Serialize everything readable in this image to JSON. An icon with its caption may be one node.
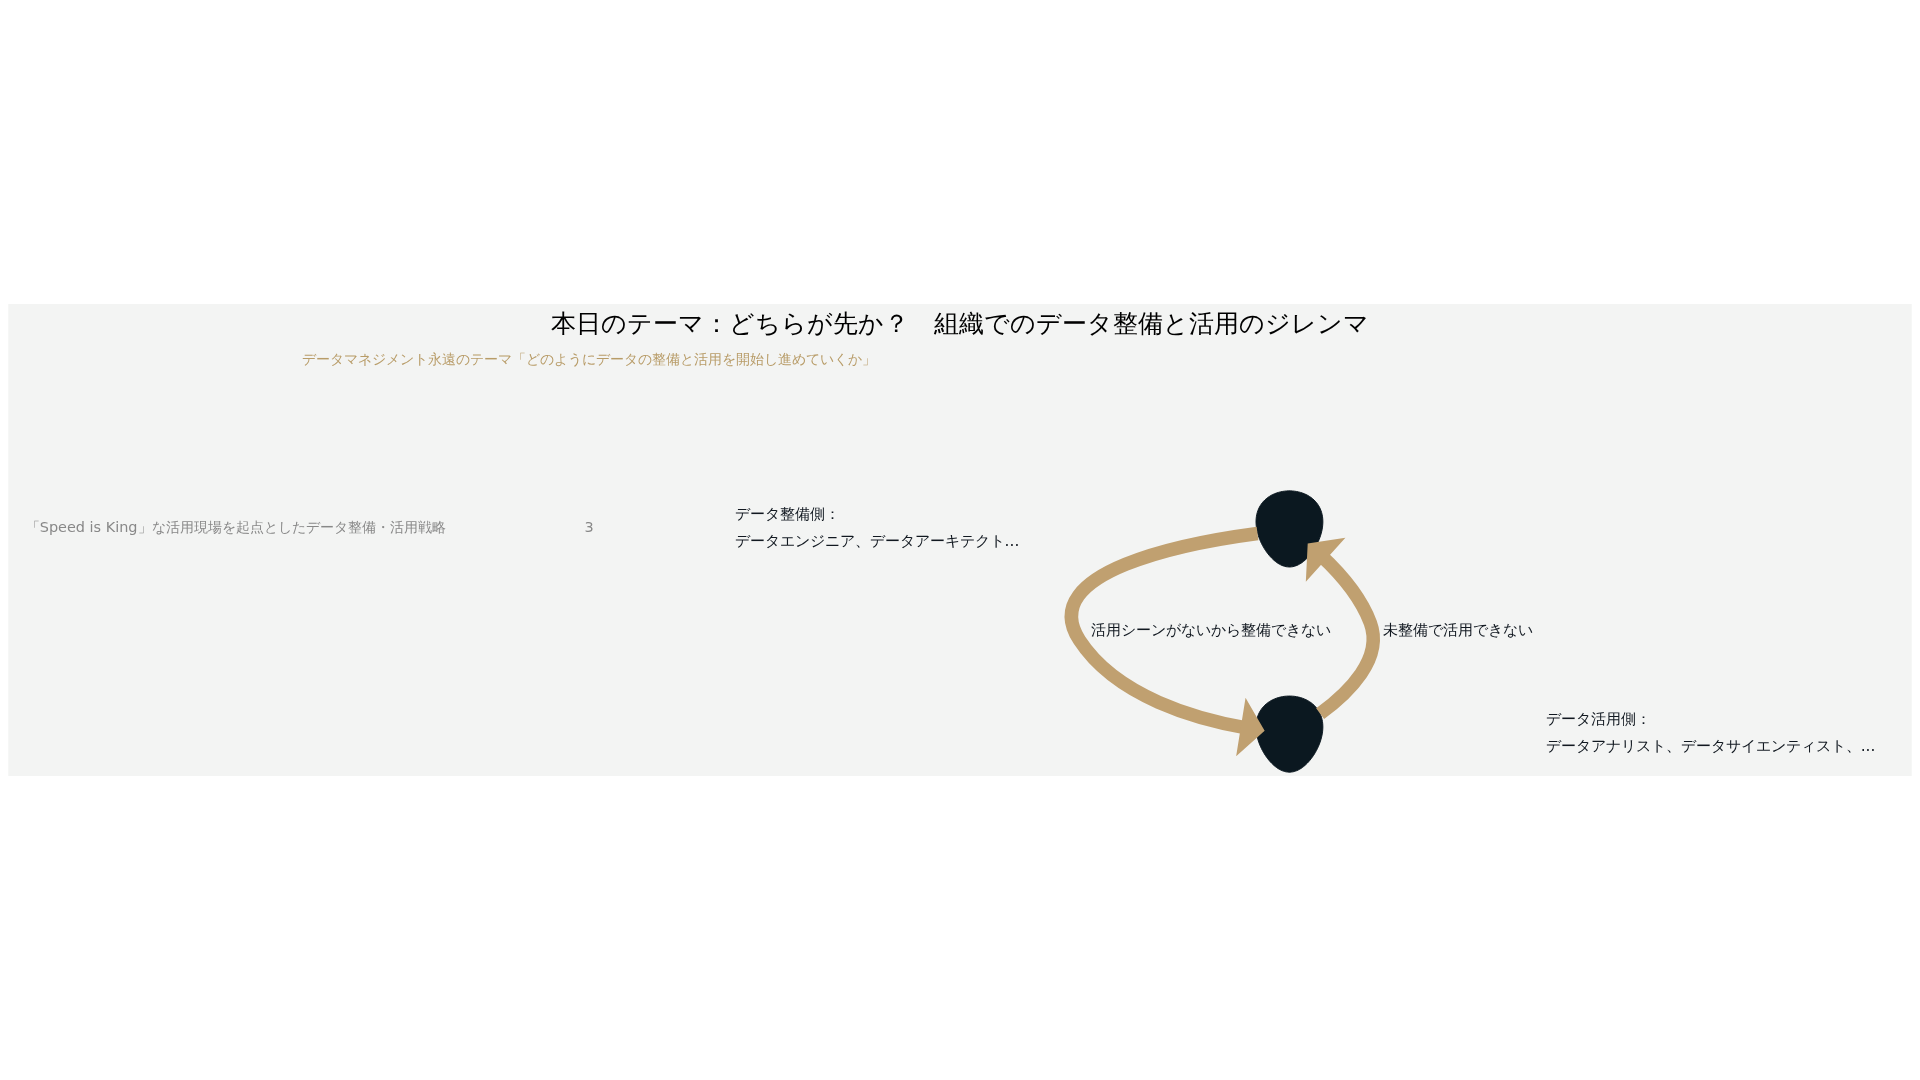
{
  "diagram": {
    "title": "本日のテーマ：どちらが先か？　組織でのデータ整備と活用のジレンマ",
    "nodes": [
      {
        "text": [],
        "shape": "person",
        "beside": [
          "データ整備側：",
          "データエンジニア、データアーキテクト..."
        ]
      },
      {
        "text": [],
        "shape": "person",
        "beside": [
          "データ活用側：",
          "データアナリスト、データサイエンティスト、..."
        ]
      }
    ],
    "edges": [
      {
        "from": 0,
        "to": 1,
        "arrow": "to",
        "label": "活用シーンがないから整備できない"
      },
      {
        "from": 1,
        "to": 0,
        "arrow": "to",
        "label": "未整備で活用できない"
      }
    ],
    "labels": [
      "データマネジメント永遠のテーマ「どのようにデータの整備と活用を開始し進めていくか」",
      "「Speed is King」な活用現場を起点としたデータ整備・活用戦略",
      "3"
    ]
  }
}
